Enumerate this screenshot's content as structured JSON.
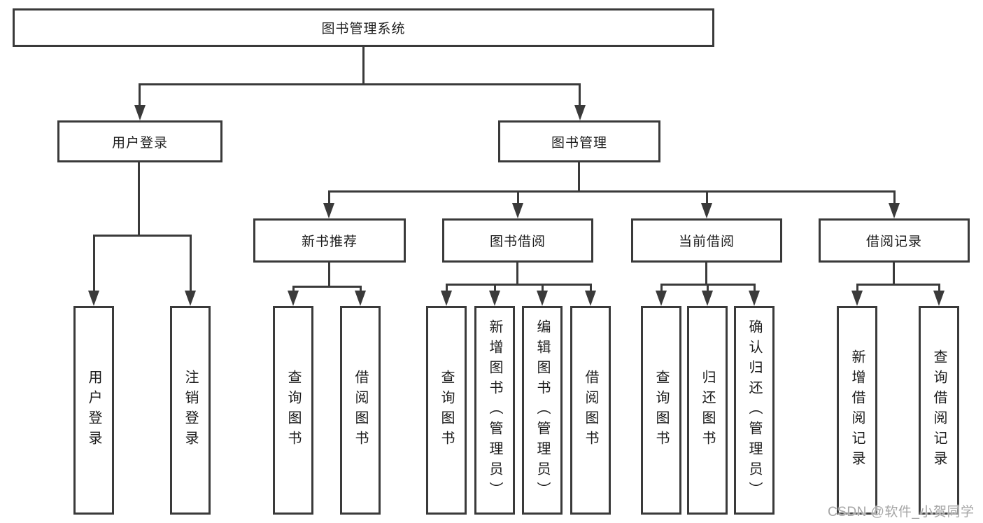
{
  "diagram_title": "图书管理系统",
  "chart_type": "hierarchy-diagram",
  "colors": {
    "line": "#3a3a3a",
    "box_border": "#3a3a3a",
    "box_fill": "#ffffff",
    "text": "#1c1c1c",
    "background": "#ffffff",
    "watermark": "#a6a6a6"
  },
  "nodes": {
    "root": "图书管理系统",
    "level2": {
      "user_login": "用户登录",
      "book_management": "图书管理"
    },
    "level3": {
      "new_books": "新书推荐",
      "book_borrow": "图书借阅",
      "current_borrow": "当前借阅",
      "borrow_records": "借阅记录"
    },
    "leaves": {
      "user_login": [
        "用户登录",
        "注销登录"
      ],
      "new_books": [
        "查询图书",
        "借阅图书"
      ],
      "book_borrow": [
        "查询图书",
        "新增图书（管理员）",
        "编辑图书（管理员）",
        "借阅图书"
      ],
      "current_borrow": [
        "查询图书",
        "归还图书",
        "确认归还（管理员）"
      ],
      "borrow_records": [
        "新增借阅记录",
        "查询借阅记录"
      ]
    }
  },
  "watermark": "CSDN @软件_小贺同学"
}
